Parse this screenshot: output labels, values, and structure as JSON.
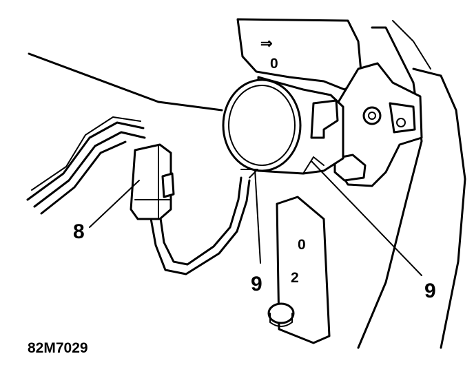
{
  "callouts": {
    "connector_label": "8",
    "sensor_label": "9",
    "fixing_label": "9"
  },
  "reference_code": "82M7029",
  "panel_marks": {
    "arrow_glyph": "⇒",
    "upper_mark": "0",
    "lower_mark_1": "0",
    "lower_mark_2": "2"
  }
}
